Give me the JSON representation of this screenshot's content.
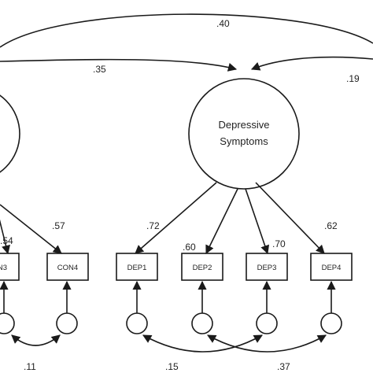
{
  "latent": {
    "label_line1": "Depressive",
    "label_line2": "Symptoms"
  },
  "paths_top": {
    "arc_outer": ".40",
    "arc_left": ".35",
    "arc_right": ".19"
  },
  "indicators": [
    {
      "label": "N3",
      "loading": ".54"
    },
    {
      "label": "CON4",
      "loading": ".57"
    },
    {
      "label": "DEP1",
      "loading": ".72"
    },
    {
      "label": "DEP2",
      "loading": ".60"
    },
    {
      "label": "DEP3",
      "loading": ".70"
    },
    {
      "label": "DEP4",
      "loading": ".62"
    }
  ],
  "residual_correlations": [
    ".11",
    ".15",
    ".37"
  ],
  "colors": {
    "stroke": "#1a1a1a",
    "text": "#222222",
    "background": "#ffffff"
  }
}
